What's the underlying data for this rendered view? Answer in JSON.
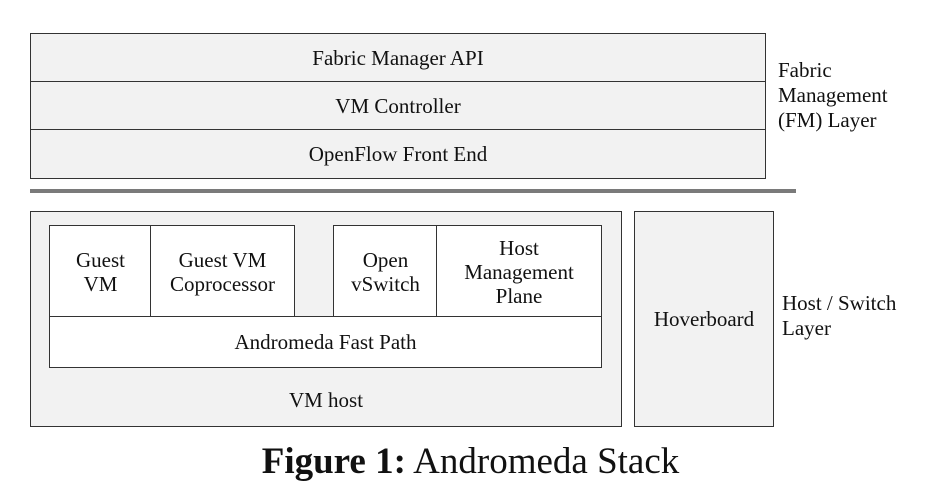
{
  "fm_layer": {
    "rows": [
      "Fabric Manager API",
      "VM Controller",
      "OpenFlow Front End"
    ],
    "label": "Fabric\nManagement\n(FM) Layer"
  },
  "host_layer": {
    "vm_host_label": "VM host",
    "components": {
      "guest_vm": "Guest\nVM",
      "guest_vm_coprocessor": "Guest VM\nCoprocessor",
      "open_vswitch": "Open\nvSwitch",
      "host_management_plane": "Host\nManagement\nPlane"
    },
    "fast_path": "Andromeda Fast Path",
    "hoverboard": "Hoverboard",
    "label": "Host / Switch\nLayer"
  },
  "caption": {
    "prefix": "Figure 1:",
    "title": "Andromeda Stack"
  },
  "colors": {
    "box_fill": "#f2f2f2",
    "border": "#333333",
    "divider": "#7a7a7a"
  }
}
